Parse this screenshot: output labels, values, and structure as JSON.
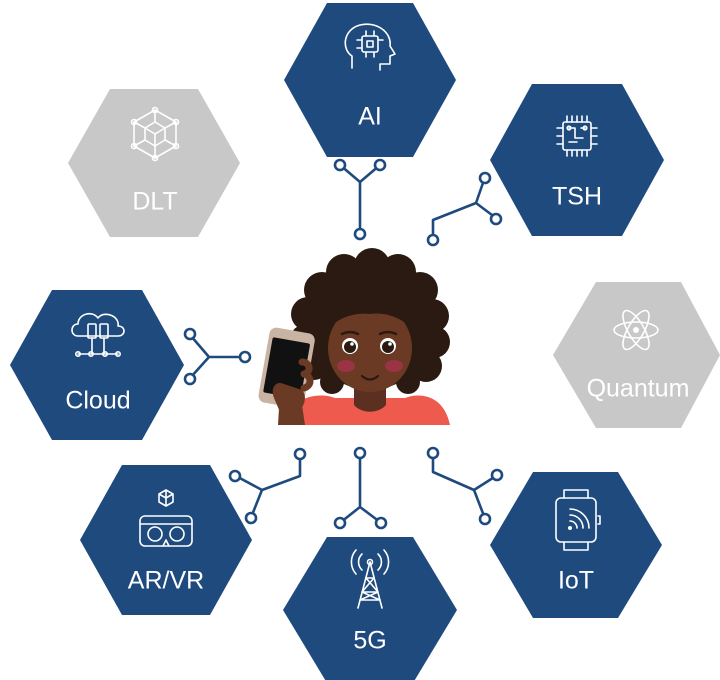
{
  "colors": {
    "blue": "#1e4a7e",
    "grey": "#c8c8c8",
    "skin": "#6b3a24",
    "hair": "#2a1a12",
    "shirt": "#ee5a4e",
    "phone": "#c9b3a3"
  },
  "nodes": {
    "ai": {
      "label": "AI",
      "icon": "ai-head-chip-icon",
      "state": "active"
    },
    "tsh": {
      "label": "TSH",
      "icon": "circuit-chip-icon",
      "state": "active"
    },
    "dlt": {
      "label": "DLT",
      "icon": "blockchain-cube-icon",
      "state": "inactive"
    },
    "quantum": {
      "label": "Quantum",
      "icon": "atom-icon",
      "state": "inactive"
    },
    "cloud": {
      "label": "Cloud",
      "icon": "cloud-server-icon",
      "state": "active"
    },
    "arvr": {
      "label": "AR/VR",
      "icon": "vr-headset-icon",
      "state": "active"
    },
    "fiveg": {
      "label": "5G",
      "icon": "antenna-tower-icon",
      "state": "active"
    },
    "iot": {
      "label": "IoT",
      "icon": "smartwatch-icon",
      "state": "active"
    }
  },
  "center": {
    "icon": "person-with-phone-icon"
  }
}
